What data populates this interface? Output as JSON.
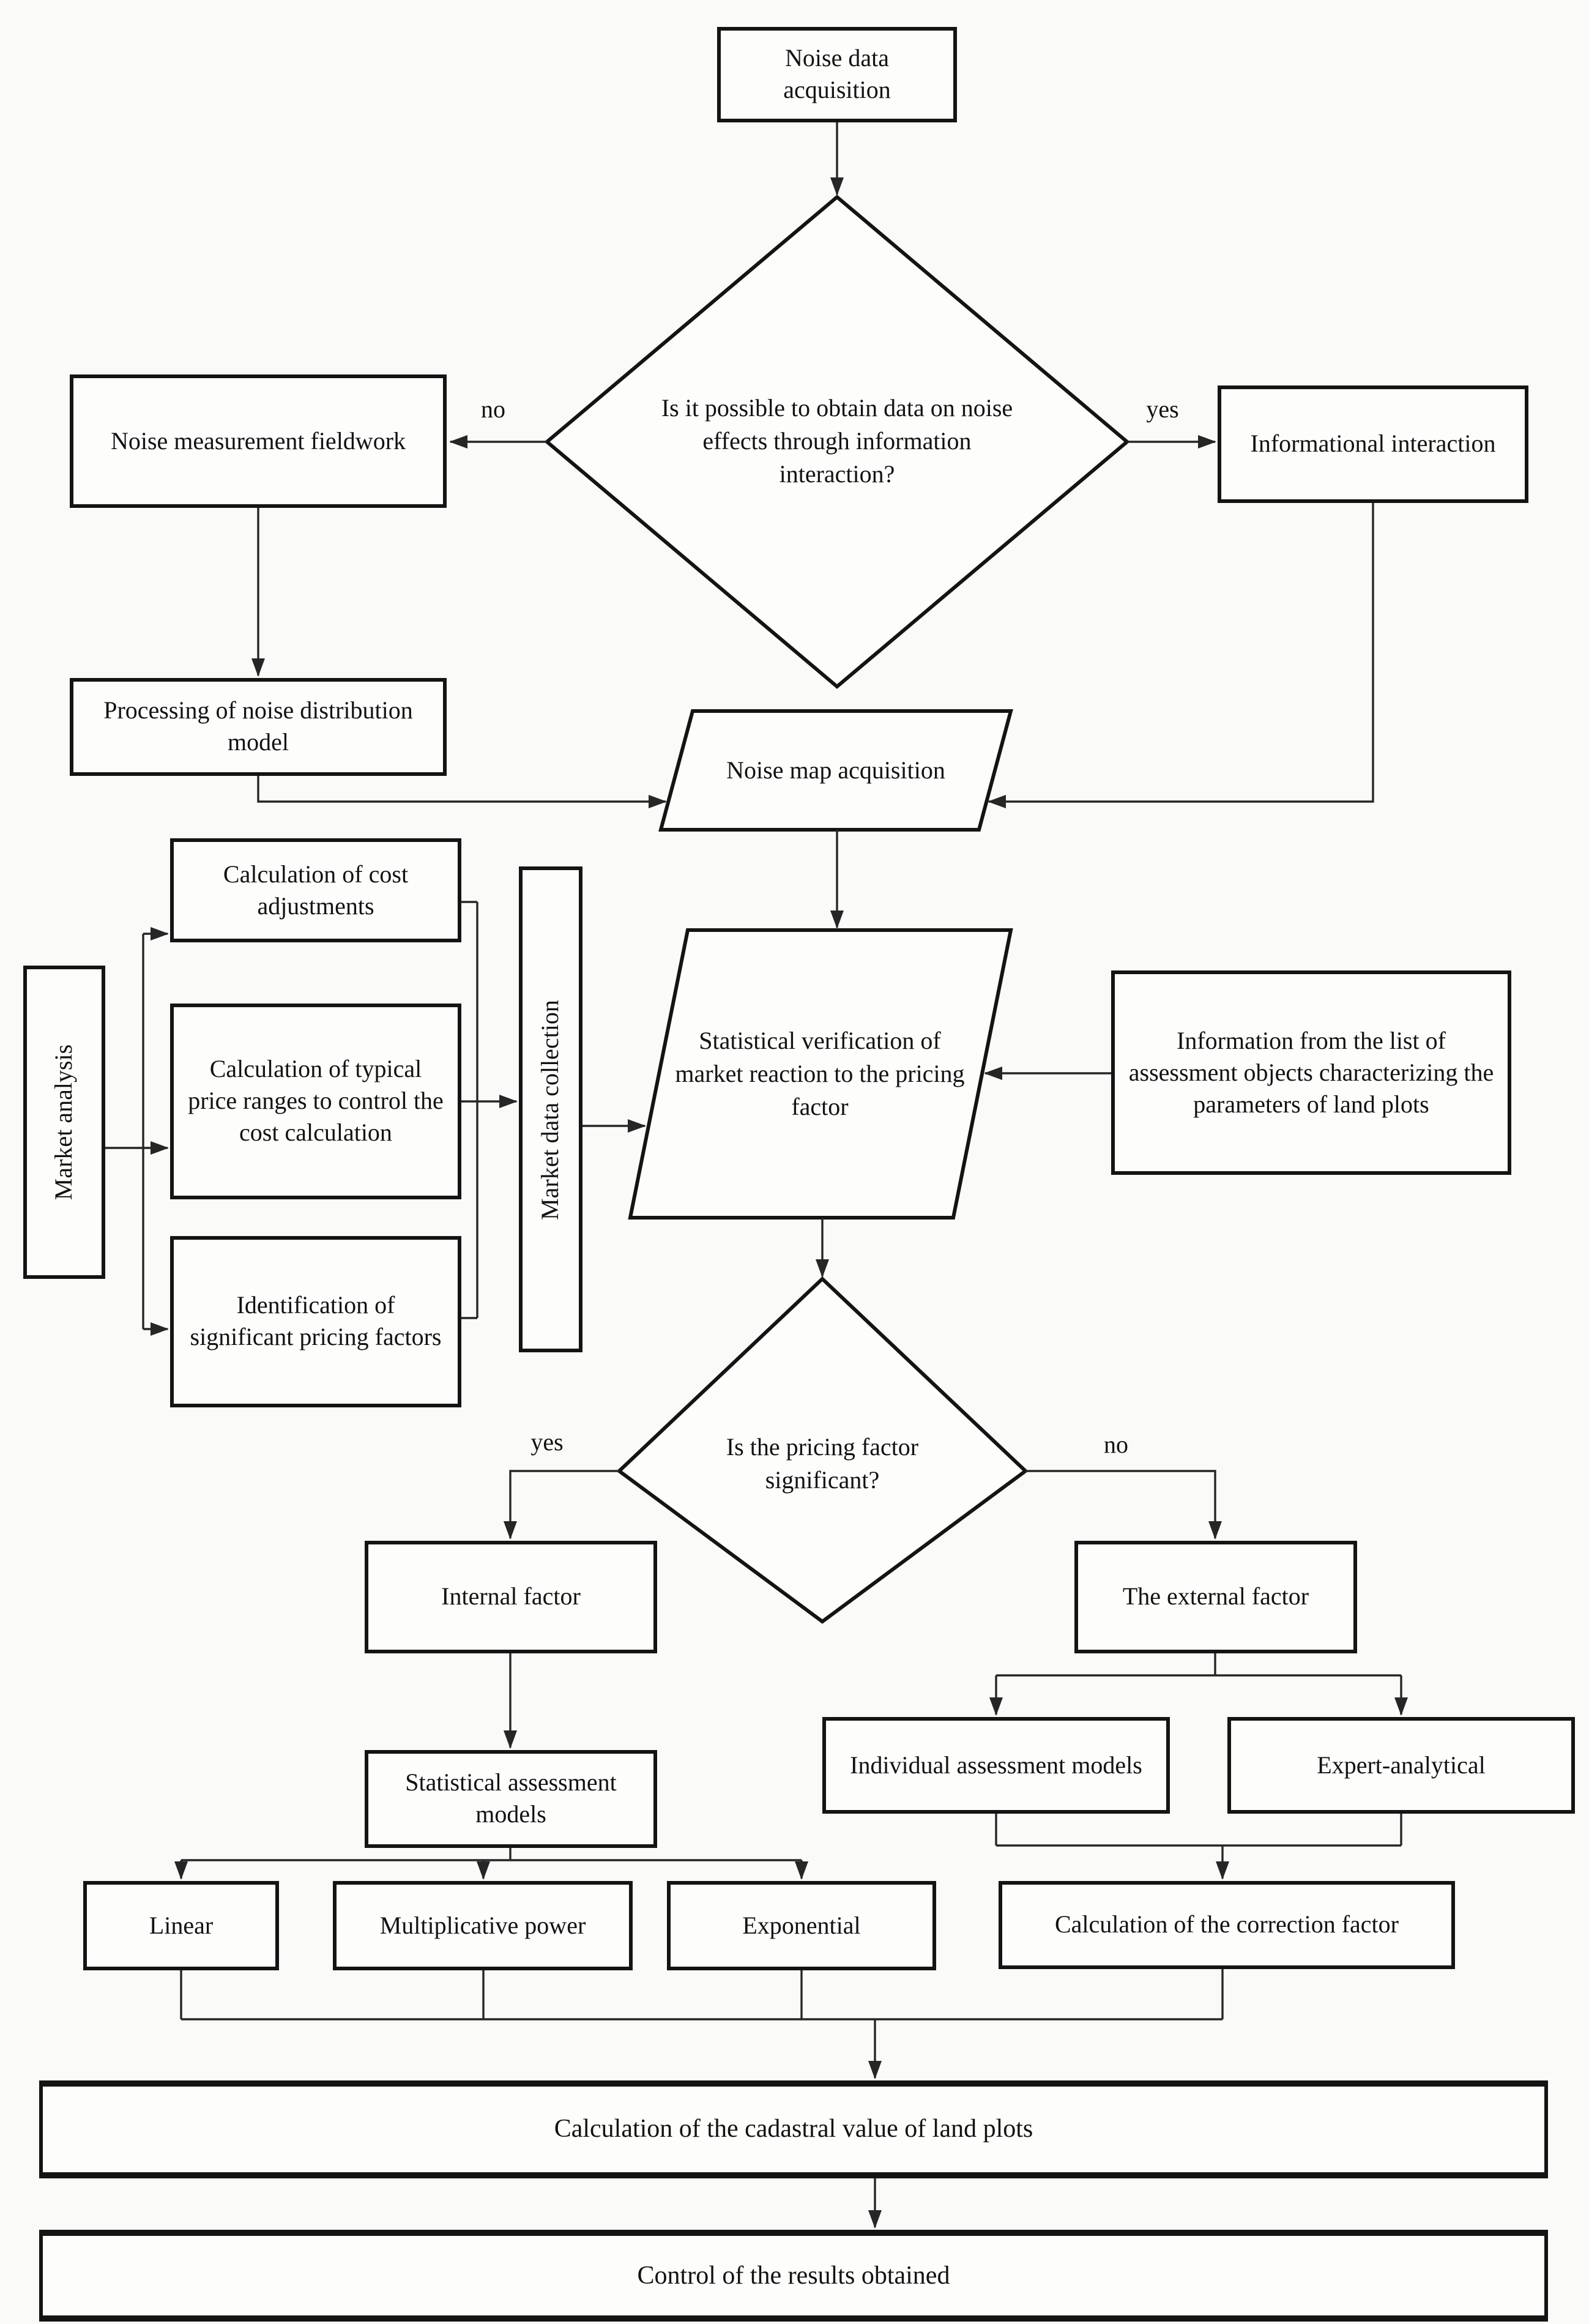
{
  "diagram": {
    "type": "flowchart",
    "description_visible": false
  },
  "nodes": {
    "noise_data_acquisition": {
      "label": "Noise data acquisition",
      "shape": "rect"
    },
    "decision_noise_effects": {
      "label": "Is it possible to obtain data on noise effects through information interaction?",
      "shape": "diamond"
    },
    "noise_measurement_fieldwork": {
      "label": "Noise measurement fieldwork",
      "shape": "rect"
    },
    "informational_interaction": {
      "label": "Informational interaction",
      "shape": "rect"
    },
    "processing_noise_distribution_model": {
      "label": "Processing of noise distribution model",
      "shape": "rect"
    },
    "noise_map_acquisition": {
      "label": "Noise map acquisition",
      "shape": "parallelogram"
    },
    "market_analysis": {
      "label": "Market analysis",
      "shape": "rect-vertical"
    },
    "calculation_cost_adjustments": {
      "label": "Calculation of cost adjustments",
      "shape": "rect"
    },
    "calculation_typical_price_ranges": {
      "label": "Calculation of typical price ranges to control the cost calculation",
      "shape": "rect"
    },
    "identification_significant_pricing_factors": {
      "label": "Identification of significant pricing factors",
      "shape": "rect"
    },
    "market_data_collection": {
      "label": "Market data collection",
      "shape": "rect-vertical"
    },
    "statistical_verification": {
      "label": "Statistical verification of market reaction to the pricing factor",
      "shape": "parallelogram"
    },
    "information_from_list": {
      "label": "Information from the list of assessment objects characterizing the parameters of land plots",
      "shape": "rect"
    },
    "decision_pricing_factor": {
      "label": "Is the pricing factor significant?",
      "shape": "diamond"
    },
    "internal_factor": {
      "label": "Internal factor",
      "shape": "rect"
    },
    "external_factor": {
      "label": "The external factor",
      "shape": "rect"
    },
    "statistical_assessment_models": {
      "label": "Statistical assessment models",
      "shape": "rect"
    },
    "linear": {
      "label": "Linear",
      "shape": "rect"
    },
    "multiplicative_power": {
      "label": "Multiplicative power",
      "shape": "rect"
    },
    "exponential": {
      "label": "Exponential",
      "shape": "rect"
    },
    "individual_assessment_models": {
      "label": "Individual assessment models",
      "shape": "rect"
    },
    "expert_analytical": {
      "label": "Expert-analytical",
      "shape": "rect"
    },
    "calculation_correction_factor": {
      "label": "Calculation of the correction factor",
      "shape": "rect"
    },
    "calculation_cadastral_value": {
      "label": "Calculation of the cadastral value of land plots",
      "shape": "rect"
    },
    "control_results": {
      "label": "Control of the results obtained",
      "shape": "rect"
    }
  },
  "edge_labels": {
    "decision1_no": "no",
    "decision1_yes": "yes",
    "decision2_yes": "yes",
    "decision2_no": "no"
  },
  "edges": [
    {
      "from": "noise_data_acquisition",
      "to": "decision_noise_effects",
      "label": ""
    },
    {
      "from": "decision_noise_effects",
      "to": "noise_measurement_fieldwork",
      "label": "no"
    },
    {
      "from": "decision_noise_effects",
      "to": "informational_interaction",
      "label": "yes"
    },
    {
      "from": "noise_measurement_fieldwork",
      "to": "processing_noise_distribution_model",
      "label": ""
    },
    {
      "from": "processing_noise_distribution_model",
      "to": "noise_map_acquisition",
      "label": ""
    },
    {
      "from": "informational_interaction",
      "to": "noise_map_acquisition",
      "label": ""
    },
    {
      "from": "noise_map_acquisition",
      "to": "statistical_verification",
      "label": ""
    },
    {
      "from": "market_analysis",
      "to": "calculation_cost_adjustments",
      "label": ""
    },
    {
      "from": "market_analysis",
      "to": "calculation_typical_price_ranges",
      "label": ""
    },
    {
      "from": "market_analysis",
      "to": "identification_significant_pricing_factors",
      "label": ""
    },
    {
      "from": "calculation_cost_adjustments",
      "to": "market_data_collection",
      "label": ""
    },
    {
      "from": "calculation_typical_price_ranges",
      "to": "market_data_collection",
      "label": ""
    },
    {
      "from": "identification_significant_pricing_factors",
      "to": "market_data_collection",
      "label": ""
    },
    {
      "from": "market_data_collection",
      "to": "statistical_verification",
      "label": ""
    },
    {
      "from": "information_from_list",
      "to": "statistical_verification",
      "label": ""
    },
    {
      "from": "statistical_verification",
      "to": "decision_pricing_factor",
      "label": ""
    },
    {
      "from": "decision_pricing_factor",
      "to": "internal_factor",
      "label": "yes"
    },
    {
      "from": "decision_pricing_factor",
      "to": "external_factor",
      "label": "no"
    },
    {
      "from": "internal_factor",
      "to": "statistical_assessment_models",
      "label": ""
    },
    {
      "from": "statistical_assessment_models",
      "to": "linear",
      "label": ""
    },
    {
      "from": "statistical_assessment_models",
      "to": "multiplicative_power",
      "label": ""
    },
    {
      "from": "statistical_assessment_models",
      "to": "exponential",
      "label": ""
    },
    {
      "from": "external_factor",
      "to": "individual_assessment_models",
      "label": ""
    },
    {
      "from": "external_factor",
      "to": "expert_analytical",
      "label": ""
    },
    {
      "from": "individual_assessment_models",
      "to": "calculation_correction_factor",
      "label": ""
    },
    {
      "from": "expert_analytical",
      "to": "calculation_correction_factor",
      "label": ""
    },
    {
      "from": "linear",
      "to": "calculation_cadastral_value",
      "label": ""
    },
    {
      "from": "multiplicative_power",
      "to": "calculation_cadastral_value",
      "label": ""
    },
    {
      "from": "exponential",
      "to": "calculation_cadastral_value",
      "label": ""
    },
    {
      "from": "calculation_correction_factor",
      "to": "calculation_cadastral_value",
      "label": ""
    },
    {
      "from": "calculation_cadastral_value",
      "to": "control_results",
      "label": ""
    }
  ],
  "colors": {
    "background": "#fafaf8",
    "box_fill": "#fdfdfc",
    "border": "#141414",
    "line": "#262626",
    "text": "#121212"
  }
}
